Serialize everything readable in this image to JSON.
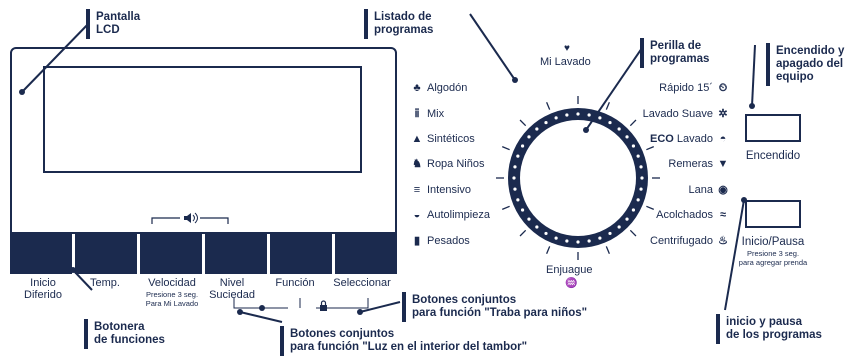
{
  "callouts": {
    "lcd": "Pantalla\nLCD",
    "program_list": "Listado de\nprogramas",
    "program_knob": "Perilla de\nprogramas",
    "power": "Encendido y\napagado del\nequipo",
    "function_buttons": "Botonera\nde funciones",
    "child_lock": "Botones conjuntos\npara función \"Traba para niños\"",
    "drum_light": "Botones conjuntos\npara función \"Luz en el interior del tambor\"",
    "start_pause": "inicio y pausa\nde los programas"
  },
  "buttons": [
    {
      "label": "Inicio\nDiferido",
      "sub": ""
    },
    {
      "label": "Temp.",
      "sub": ""
    },
    {
      "label": "Velocidad",
      "sub": "Presione 3 seg.\nPara Mi Lavado"
    },
    {
      "label": "Nivel\nSuciedad",
      "sub": ""
    },
    {
      "label": "Función",
      "sub": ""
    },
    {
      "label": "Seleccionar",
      "sub": ""
    }
  ],
  "left_programs": [
    "Algodón",
    "Mix",
    "Sintéticos",
    "Ropa Niños",
    "Intensivo",
    "Autolimpieza",
    "Pesados"
  ],
  "right_programs": [
    {
      "bold": "",
      "text": "Rápido 15´"
    },
    {
      "bold": "",
      "text": "Lavado Suave"
    },
    {
      "bold": "ECO",
      "text": " Lavado"
    },
    {
      "bold": "",
      "text": "Remeras"
    },
    {
      "bold": "",
      "text": "Lana"
    },
    {
      "bold": "",
      "text": "Acolchados"
    },
    {
      "bold": "",
      "text": "Centrifugado"
    }
  ],
  "top_program": "Mi Lavado",
  "bottom_program": "Enjuague",
  "power_label": "Encendido",
  "start_label": "Inicio/Pausa",
  "start_sub": "Presione 3 seg.\npara agregar prenda",
  "icons": {
    "left": [
      "cotton-icon",
      "mix-icon",
      "synthetics-icon",
      "baby-clothes-icon",
      "intensive-icon",
      "self-clean-icon",
      "heavy-icon"
    ],
    "right": [
      "quick-15-icon",
      "gentle-wash-icon",
      "eco-icon",
      "tshirt-icon",
      "wool-icon",
      "duvet-icon",
      "spin-icon"
    ],
    "top": "heart-icon",
    "bottom": "rinse-icon"
  },
  "colors": {
    "ink": "#1b2a4e",
    "background": "#ffffff"
  }
}
